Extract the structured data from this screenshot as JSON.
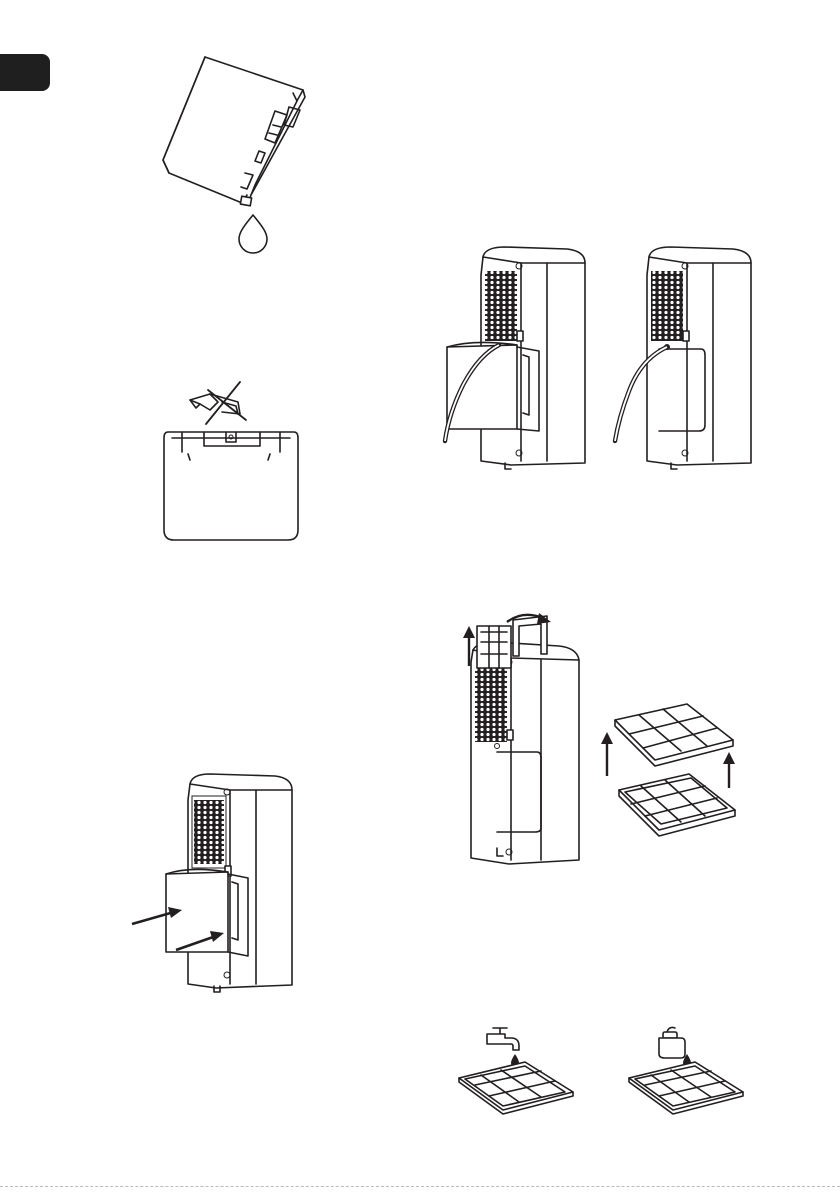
{
  "page": {
    "language_tab": "",
    "figures": [
      {
        "id": "tank-drain",
        "icon": "water-tank-pouring-icon"
      },
      {
        "id": "float-not-removed",
        "icon": "tank-float-crossed-icon"
      },
      {
        "id": "tank-insert",
        "icon": "dehumidifier-tank-insert-icon"
      },
      {
        "id": "hose-routing",
        "icon": "continuous-drain-hose-icon"
      },
      {
        "id": "filter-removal",
        "icon": "air-filter-removal-icon"
      },
      {
        "id": "filter-wash-water",
        "icon": "filter-rinse-tap-icon"
      },
      {
        "id": "filter-wash-detergent",
        "icon": "filter-detergent-icon"
      }
    ]
  }
}
